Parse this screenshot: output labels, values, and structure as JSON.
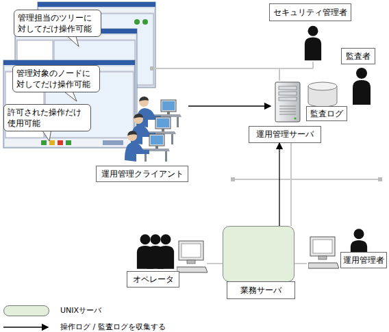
{
  "diagram": {
    "nodes": [
      {
        "text": [
          "セキュリティ管理者"
        ]
      },
      {
        "text": [
          "監査者"
        ]
      },
      {
        "text": [
          "管理担当のツリーに 対してだけ操作可能"
        ]
      },
      {
        "text": [
          "管理対象のノードに 対してだけ操作可能"
        ]
      },
      {
        "text": [
          "許可された操作だけ 使用可能"
        ]
      },
      {
        "text": [
          "監査ログ"
        ]
      },
      {
        "text": [
          "運用管理サーバ"
        ]
      },
      {
        "text": [
          "運用管理クライアント"
        ]
      },
      {
        "text": [
          "業務サーバ"
        ]
      },
      {
        "text": [
          "オペレータ"
        ]
      },
      {
        "text": [
          "運用管理者"
        ]
      }
    ],
    "edges": [
      {
        "from": 7,
        "to": 6,
        "arrow": "to"
      },
      {
        "from": 8,
        "to": 6,
        "arrow": "to"
      },
      {
        "from": 9,
        "to": 8,
        "arrow": "none"
      },
      {
        "from": 8,
        "to": 10,
        "arrow": "none"
      }
    ],
    "legend": [
      {
        "text": "UNIXサーバ",
        "color": "#e3eedb"
      },
      {
        "text": "操作ログ / 監査ログを収集する"
      }
    ]
  }
}
